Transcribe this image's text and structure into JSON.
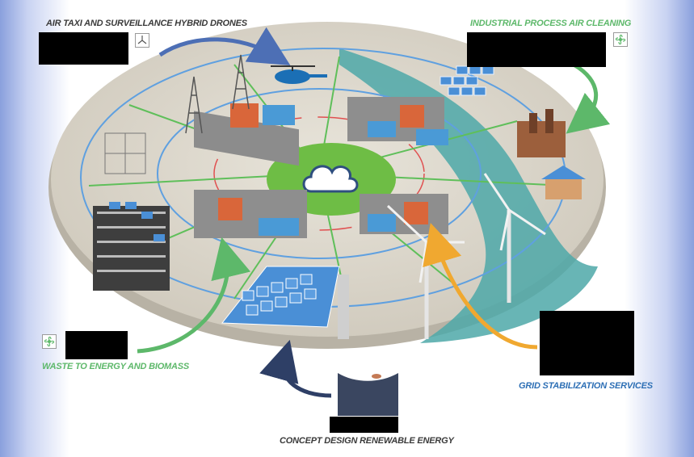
{
  "labels": {
    "air_taxi": "AIR TAXI AND SURVEILLANCE HYBRID DRONES",
    "industrial": "INDUSTRIAL PROCESS AIR CLEANING",
    "waste": "WASTE TO ENERGY AND BIOMASS",
    "grid": "GRID STABILIZATION SERVICES",
    "concept": "CONCEPT DESIGN RENEWABLE ENERGY"
  },
  "colors": {
    "platform": "#ddd8cd",
    "cloud_hub": "#6ebd45",
    "blue_line": "#5fa0e0",
    "green_line": "#5fbf5a",
    "red_line": "#e05050",
    "water": "#4da8a8",
    "arrow_blue": "#4d6fb5",
    "arrow_green": "#5db86a",
    "arrow_orange": "#f0a830",
    "arrow_navy": "#2e3f66"
  },
  "icons": [
    "wind-turbine-icon",
    "fan-icon",
    "cloud-icon",
    "helicopter-icon"
  ]
}
